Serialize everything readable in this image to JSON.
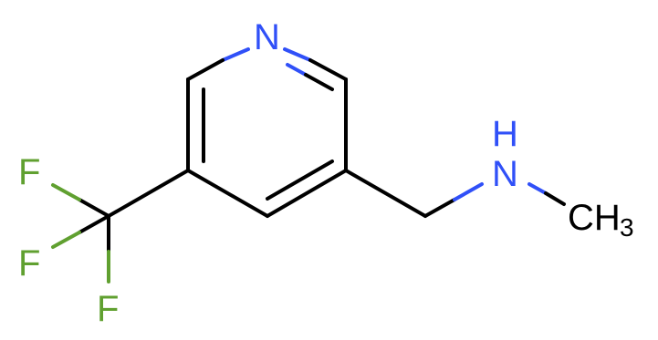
{
  "molecule": {
    "atoms": {
      "ring_n": {
        "symbol": "N",
        "color": "#3050F8"
      },
      "amine_n": {
        "symbol": "N",
        "color": "#3050F8"
      },
      "amine_h": {
        "symbol": "H",
        "color": "#3050F8"
      },
      "methyl_c": {
        "symbol": "CH",
        "color": "#000000"
      },
      "methyl_sub": {
        "symbol": "3",
        "color": "#000000"
      },
      "f1": {
        "symbol": "F",
        "color": "#60A030"
      },
      "f2": {
        "symbol": "F",
        "color": "#60A030"
      },
      "f3": {
        "symbol": "F",
        "color": "#60A030"
      }
    },
    "colors": {
      "carbon_bond": "#000000",
      "nitrogen": "#3050F8",
      "fluorine": "#60A030",
      "background": "#FFFFFF"
    }
  }
}
